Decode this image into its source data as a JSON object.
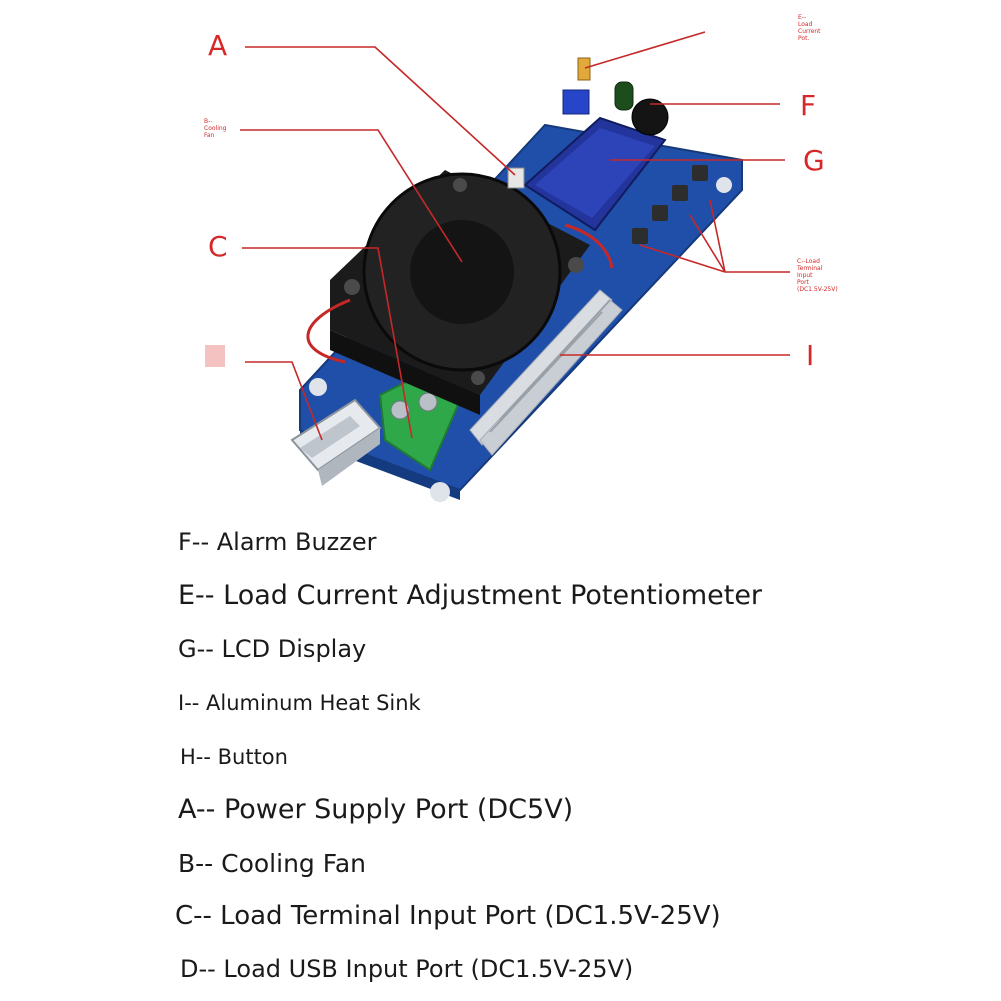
{
  "callouts": {
    "a": "A",
    "b_note": "B--\nCooling\nFan",
    "c": "C",
    "e_note": "E--\nLoad\nCurrent\nPot.",
    "f": "F",
    "g": "G",
    "h_note": "C--Load\nTerminal\nInput\nPort\n(DC1.5V-25V)",
    "i": "I"
  },
  "legend": [
    "F-- Alarm Buzzer",
    "E-- Load Current Adjustment Potentiometer",
    "G-- LCD Display",
    "I-- Aluminum Heat Sink",
    "H-- Button",
    "A-- Power Supply Port (DC5V)",
    "B-- Cooling Fan",
    "C-- Load Terminal Input Port (DC1.5V-25V)",
    "D-- Load USB Input Port (DC1.5V-25V)"
  ],
  "colors": {
    "callout_red": "#d62828",
    "pcb_blue": "#1f4fa8",
    "fan_black": "#1b1b1b",
    "heatsink_silver": "#d9dde2",
    "terminal_green": "#2fa84a",
    "lcd_blue": "#23359c",
    "text_dark": "#1a1a1a"
  }
}
